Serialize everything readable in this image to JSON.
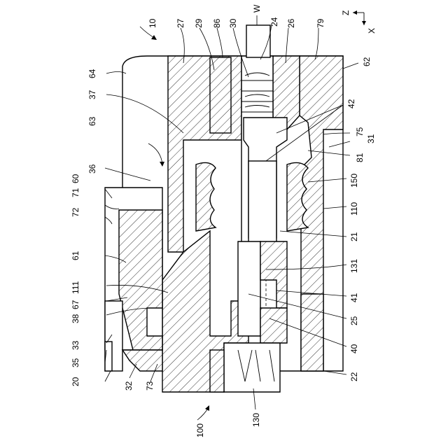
{
  "axes": {
    "z_label": "Z",
    "x_label": "X"
  },
  "labels": {
    "W": "W",
    "n10": "10",
    "n27": "27",
    "n29": "29",
    "n30": "30",
    "n86": "86",
    "n24": "24",
    "n26": "26",
    "n79": "79",
    "n62": "62",
    "n64": "64",
    "n37": "37",
    "n63": "63",
    "n42": "42",
    "n75": "75",
    "n31": "31",
    "n81": "81",
    "n36": "36",
    "n60": "60",
    "n71": "71",
    "n72": "72",
    "n150": "150",
    "n110": "110",
    "n61": "61",
    "n21": "21",
    "n131": "131",
    "n111": "111",
    "n67": "67",
    "n41": "41",
    "n38": "38",
    "n25": "25",
    "n33": "33",
    "n40": "40",
    "n35": "35",
    "n20": "20",
    "n32": "32",
    "n73": "73",
    "n22": "22",
    "n130": "130",
    "n100": "100"
  }
}
